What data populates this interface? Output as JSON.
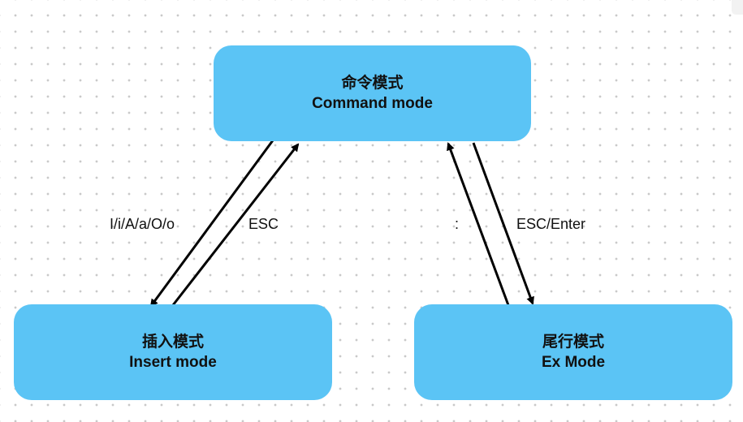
{
  "nodes": {
    "command": {
      "title_zh": "命令模式",
      "title_en": "Command mode"
    },
    "insert": {
      "title_zh": "插入模式",
      "title_en": "Insert mode"
    },
    "ex": {
      "title_zh": "尾行模式",
      "title_en": "Ex Mode"
    }
  },
  "edges": {
    "command_to_insert": {
      "label": "I/i/A/a/O/o"
    },
    "insert_to_command": {
      "label": "ESC"
    },
    "ex_to_command": {
      "label": ":"
    },
    "command_to_ex": {
      "label": "ESC/Enter"
    }
  },
  "colors": {
    "node_fill": "#5bc4f5",
    "arrow": "#000000",
    "text": "#111111"
  }
}
